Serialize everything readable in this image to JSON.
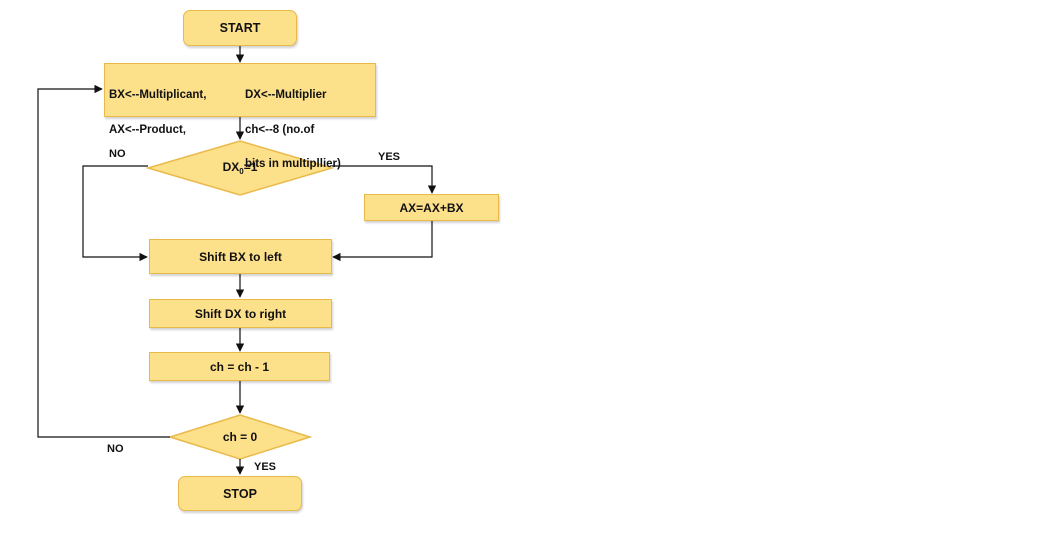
{
  "colors": {
    "fill": "#fde08a",
    "stroke": "#e9b94a",
    "line": "#111111"
  },
  "nodes": {
    "start": "START",
    "init": {
      "col1_line1": "BX<--Multiplicant,",
      "col1_line2": "AX<--Product,",
      "col2_line1": "DX<--Multiplier",
      "col2_line2": "ch<--8 (no.of",
      "col2_line3": "bits in multipllier)"
    },
    "decision1": {
      "text": "DX",
      "subscript": "0",
      "suffix": "=1"
    },
    "add": "AX=AX+BX",
    "shift_bx": "Shift BX to left",
    "shift_dx": "Shift DX to right",
    "decrement": "ch = ch - 1",
    "decision2": "ch = 0",
    "stop": "STOP"
  },
  "labels": {
    "d1_no": "NO",
    "d1_yes": "YES",
    "d2_no": "NO",
    "d2_yes": "YES"
  }
}
